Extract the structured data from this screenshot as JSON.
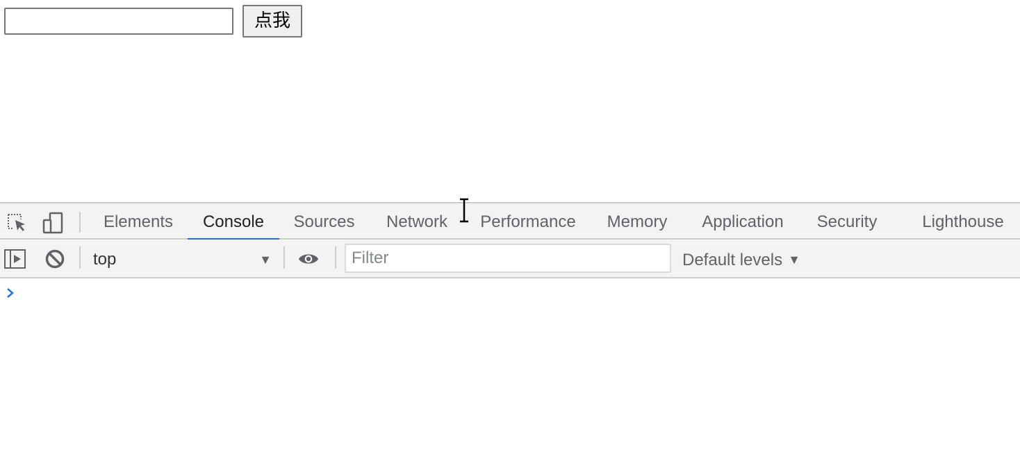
{
  "webpage": {
    "input_value": "",
    "button_label": "点我"
  },
  "devtools": {
    "tabs": [
      {
        "label": "Elements",
        "active": false
      },
      {
        "label": "Console",
        "active": true
      },
      {
        "label": "Sources",
        "active": false
      },
      {
        "label": "Network",
        "active": false
      },
      {
        "label": "Performance",
        "active": false
      },
      {
        "label": "Memory",
        "active": false
      },
      {
        "label": "Application",
        "active": false
      },
      {
        "label": "Security",
        "active": false
      },
      {
        "label": "Lighthouse",
        "active": false
      }
    ],
    "icons": {
      "inspect": "inspect-element-icon",
      "device": "device-toolbar-icon",
      "sidebar": "show-sidebar-icon",
      "clear": "clear-console-icon",
      "eye": "live-expression-icon",
      "prompt": "console-prompt-icon"
    },
    "console_toolbar": {
      "context": "top",
      "filter_value": "",
      "filter_placeholder": "Filter",
      "levels_label": "Default levels"
    },
    "accent_color": "#1a73e8"
  }
}
